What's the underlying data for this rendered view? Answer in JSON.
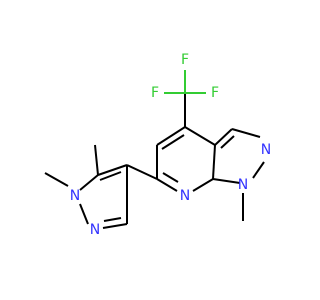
{
  "colors": {
    "nitrogen": "#3333ff",
    "fluorine": "#33cc33",
    "carbon": "#000000",
    "background": "#ffffff"
  },
  "atoms": {
    "f_top": "F",
    "f_left": "F",
    "f_right": "F",
    "n_pyridine": "N",
    "n_ring5_top": "N",
    "n_ring5_methyl": "N",
    "n_pyrazole_methyl": "N",
    "n_pyrazole_bottom": "N"
  }
}
